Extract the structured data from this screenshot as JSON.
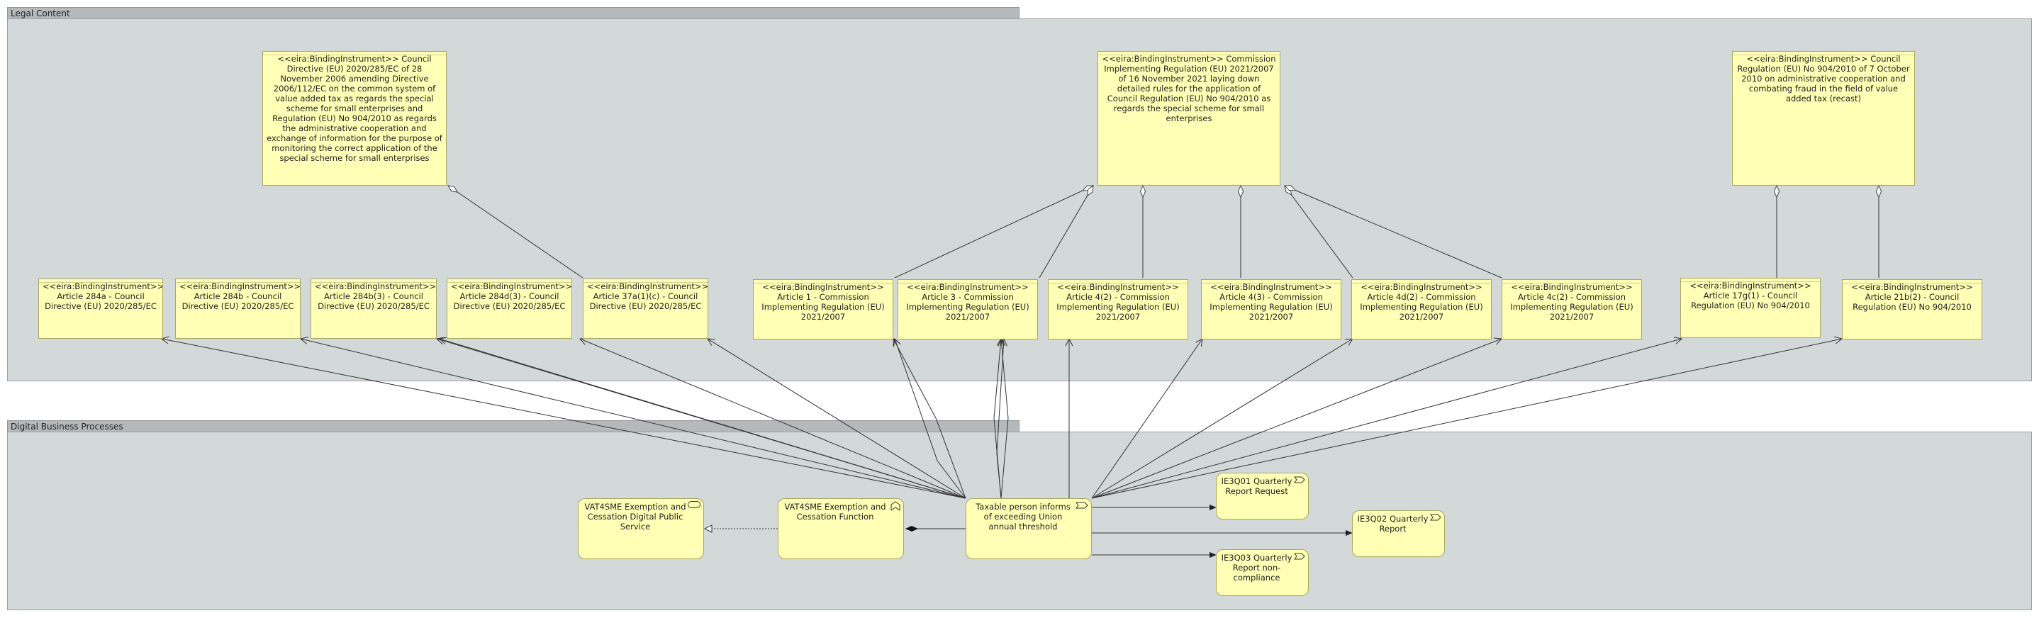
{
  "groups": {
    "legal": {
      "title": "Legal Content"
    },
    "processes": {
      "title": "Digital Business Processes"
    }
  },
  "legal_nodes": {
    "directive_2020_285": "<<eira:BindingInstrument>> Council Directive (EU) 2020/285/EC of 28 November 2006 amending Directive 2006/112/EC on the common system of value added tax as regards the special scheme for small enterprises and Regulation (EU) No 904/2010 as regards the administrative cooperation and exchange of information for the purpose of monitoring the correct application of the special scheme for small enterprises",
    "regulation_2021_2007": "<<eira:BindingInstrument>> Commission Implementing Regulation (EU) 2021/2007 of 16 November 2021 laying down detailed rules for the application of Council Regulation (EU) No 904/2010 as regards the special scheme for small enterprises",
    "regulation_904_2010": "<<eira:BindingInstrument>> Council Regulation (EU) No 904/2010 of 7 October 2010 on administrative cooperation and combating fraud in the field of value added tax (recast)",
    "art_284a": "<<eira:BindingInstrument>> Article 284a - Council Directive (EU) 2020/285/EC",
    "art_284b": "<<eira:BindingInstrument>> Article 284b - Council Directive (EU) 2020/285/EC",
    "art_284b3": "<<eira:BindingInstrument>> Article 284b(3) - Council Directive (EU) 2020/285/EC",
    "art_284d3": "<<eira:BindingInstrument>> Article 284d(3) - Council Directive (EU) 2020/285/EC",
    "art_37a": "<<eira:BindingInstrument>> Article 37a(1)(c) - Council Directive (EU) 2020/285/EC",
    "art_1": "<<eira:BindingInstrument>> Article 1 - Commission Implementing Regulation (EU) 2021/2007",
    "art_3": "<<eira:BindingInstrument>> Article 3 - Commission Implementing Regulation (EU) 2021/2007",
    "art_4_2": "<<eira:BindingInstrument>> Article 4(2) - Commission Implementing Regulation (EU) 2021/2007",
    "art_4_3": "<<eira:BindingInstrument>> Article 4(3) - Commission Implementing Regulation (EU) 2021/2007",
    "art_4d2": "<<eira:BindingInstrument>> Article 4d(2) - Commission Implementing Regulation (EU) 2021/2007",
    "art_4c2": "<<eira:BindingInstrument>> Article 4c(2) - Commission Implementing Regulation (EU) 2021/2007",
    "art_17g1": "<<eira:BindingInstrument>> Article 17g(1) - Council Regulation (EU) No 904/2010",
    "art_21b2": "<<eira:BindingInstrument>> Article 21b(2) - Council Regulation (EU) No 904/2010"
  },
  "process_nodes": {
    "service": {
      "label": "VAT4SME Exemption and Cessation Digital Public Service",
      "icon": "service-icon"
    },
    "function": {
      "label": "VAT4SME Exemption and Cessation Function",
      "icon": "function-icon"
    },
    "event": {
      "label": "Taxable person informs of exceeding Union annual threshold",
      "icon": "event-icon"
    },
    "q01": {
      "label": "IE3Q01 Quarterly Report Request",
      "icon": "interface-icon"
    },
    "q02": {
      "label": "IE3Q02 Quarterly Report",
      "icon": "interface-icon"
    },
    "q03": {
      "label": "IE3Q03 Quarterly Report non-compliance",
      "icon": "interface-icon"
    }
  }
}
